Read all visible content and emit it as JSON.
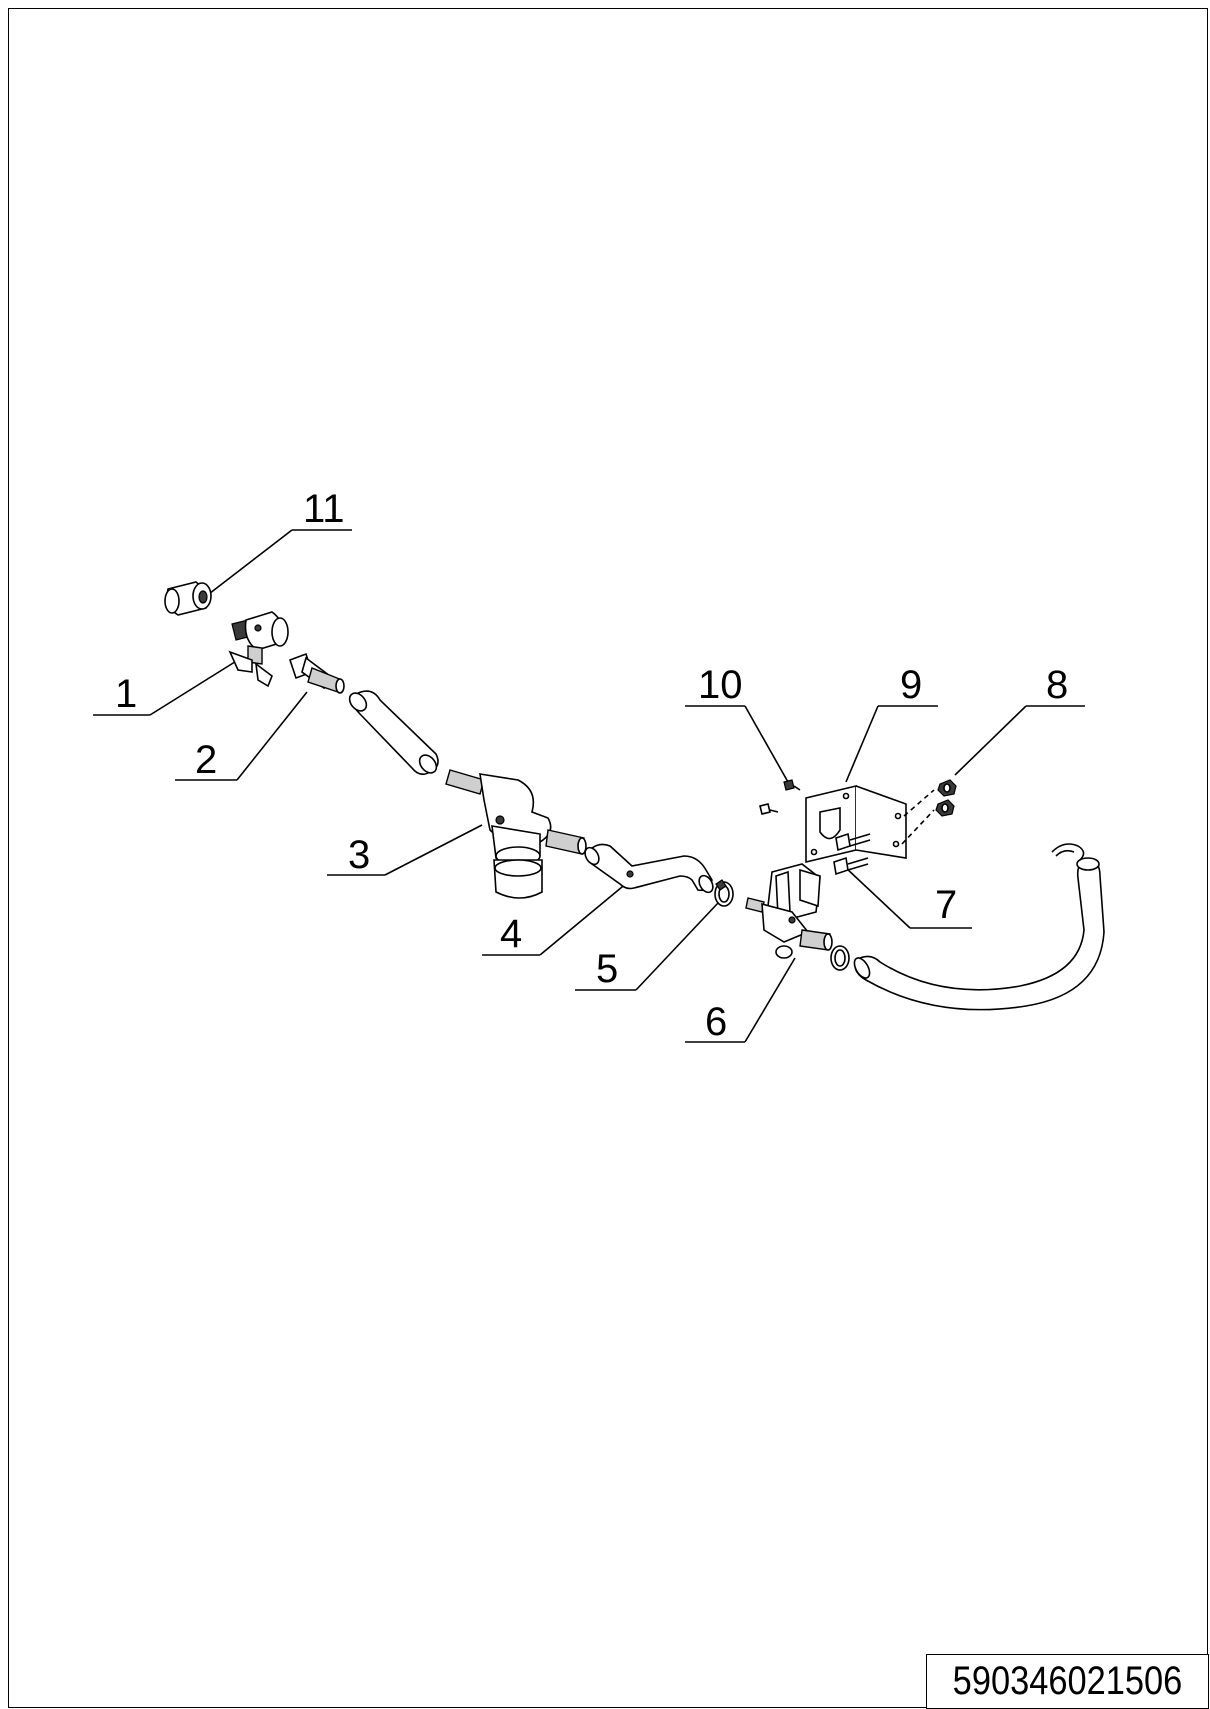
{
  "drawing": {
    "callouts": [
      {
        "id": "c11",
        "label": "11"
      },
      {
        "id": "c1",
        "label": "1"
      },
      {
        "id": "c2",
        "label": "2"
      },
      {
        "id": "c3",
        "label": "3"
      },
      {
        "id": "c4",
        "label": "4"
      },
      {
        "id": "c5",
        "label": "5"
      },
      {
        "id": "c6",
        "label": "6"
      },
      {
        "id": "c7",
        "label": "7"
      },
      {
        "id": "c8",
        "label": "8"
      },
      {
        "id": "c9",
        "label": "9"
      },
      {
        "id": "c10",
        "label": "10"
      }
    ],
    "document_code": "590346021506"
  }
}
